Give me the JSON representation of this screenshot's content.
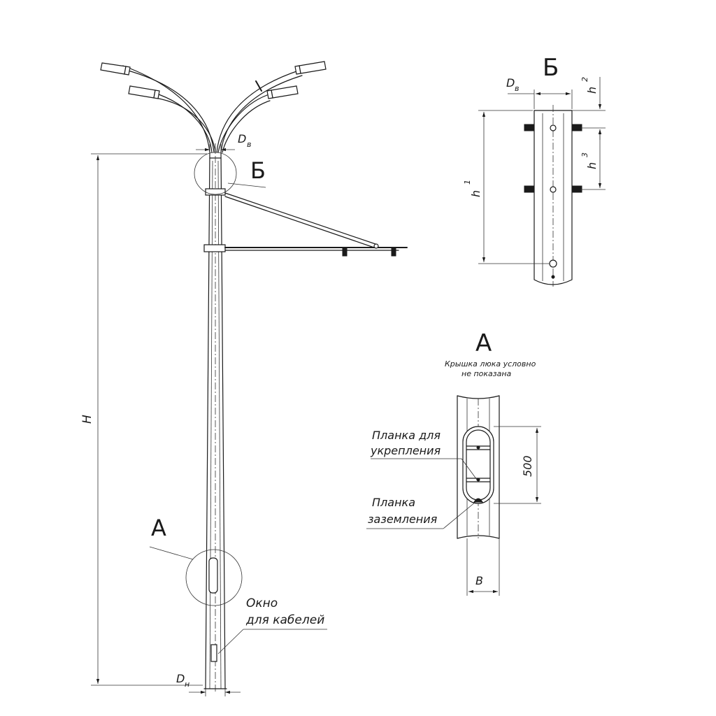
{
  "labels": {
    "overall_height": "H",
    "top_diameter": "D",
    "top_diameter_sub": "в",
    "bottom_diameter": "D",
    "bottom_diameter_sub": "н",
    "callout_b": "Б",
    "callout_a": "А",
    "cable_window_line1": "Окно",
    "cable_window_line2": "для кабелей"
  },
  "detail_b": {
    "title": "Б",
    "diameter": "D",
    "diameter_sub": "в",
    "h1": "h",
    "h1_sub": "1",
    "h2": "h",
    "h2_sub": "2",
    "h3": "h",
    "h3_sub": "3"
  },
  "detail_a": {
    "title": "А",
    "note_line1": "Крышка люка условно",
    "note_line2": "не показана",
    "bracket_label_line1": "Планка для",
    "bracket_label_line2": "укрепления",
    "ground_label_line1": "Планка",
    "ground_label_line2": "заземления",
    "hatch_height": "500",
    "width": "B"
  }
}
